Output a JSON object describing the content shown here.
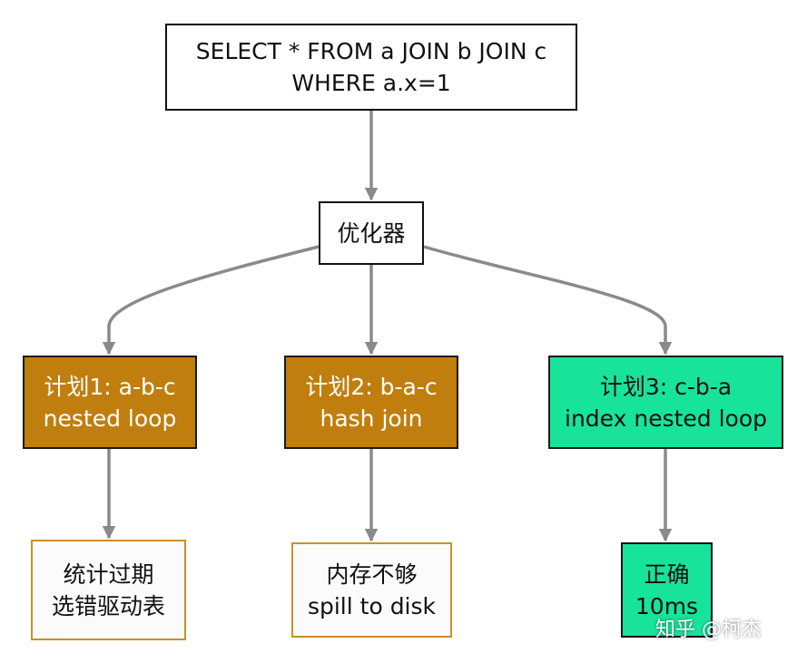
{
  "nodes": {
    "query": {
      "line1": "SELECT * FROM a JOIN b JOIN c",
      "line2": "WHERE a.x=1"
    },
    "optimizer": {
      "label": "优化器"
    },
    "plan1": {
      "line1": "计划1: a-b-c",
      "line2": "nested loop"
    },
    "plan2": {
      "line1": "计划2: b-a-c",
      "line2": "hash join"
    },
    "plan3": {
      "line1": "计划3: c-b-a",
      "line2": "index nested loop"
    },
    "result1": {
      "line1": "统计过期",
      "line2": "选错驱动表"
    },
    "result2": {
      "line1": "内存不够",
      "line2": "spill to disk"
    },
    "result3": {
      "line1": "正确",
      "line2": "10ms"
    }
  },
  "edges": [
    {
      "from": "query",
      "to": "optimizer"
    },
    {
      "from": "optimizer",
      "to": "plan1"
    },
    {
      "from": "optimizer",
      "to": "plan2"
    },
    {
      "from": "optimizer",
      "to": "plan3"
    },
    {
      "from": "plan1",
      "to": "result1"
    },
    {
      "from": "plan2",
      "to": "result2"
    },
    {
      "from": "plan3",
      "to": "result3"
    }
  ],
  "colors": {
    "arrow": "#8a8a8a",
    "plan_orange": "#c07e0e",
    "plan_green": "#18e39b",
    "result_border": "#c8902a"
  },
  "watermark": "知乎 @柯杰"
}
